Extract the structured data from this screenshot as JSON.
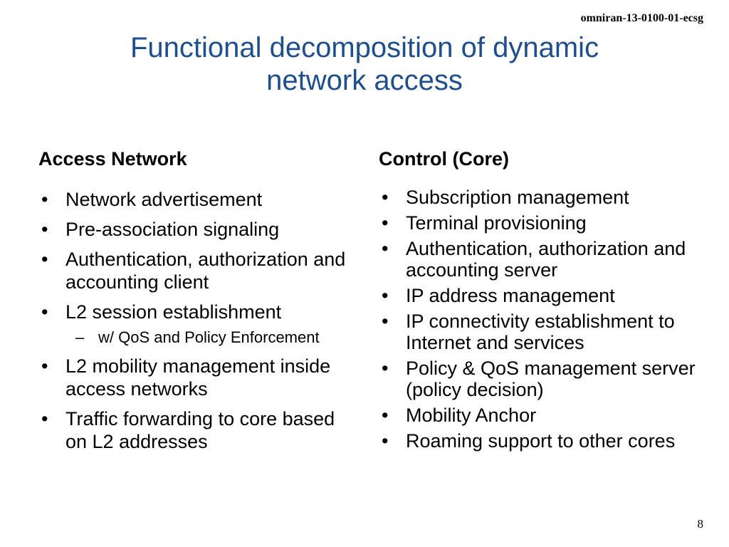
{
  "header": {
    "doc_id": "omniran-13-0100-01-ecsg"
  },
  "slide": {
    "title_line1": "Functional decomposition of dynamic",
    "title_line2": "network access",
    "page_number": "8"
  },
  "columns": {
    "left": {
      "heading": "Access Network",
      "items": [
        {
          "text": "Network advertisement"
        },
        {
          "text": "Pre-association signaling"
        },
        {
          "text": "Authentication, authorization and accounting client"
        },
        {
          "text": "L2 session establishment",
          "sub": "w/ QoS and Policy Enforcement"
        },
        {
          "text": "L2 mobility management inside access networks"
        },
        {
          "text": "Traffic forwarding to core based on L2 addresses"
        }
      ]
    },
    "right": {
      "heading": "Control (Core)",
      "items": [
        {
          "text": "Subscription management"
        },
        {
          "text": "Terminal provisioning"
        },
        {
          "text": "Authentication, authorization and accounting server"
        },
        {
          "text": "IP address management"
        },
        {
          "text": "IP connectivity establishment to Internet and services"
        },
        {
          "text": "Policy & QoS management server (policy decision)"
        },
        {
          "text": "Mobility Anchor"
        },
        {
          "text": "Roaming support to other cores"
        }
      ]
    }
  },
  "glyphs": {
    "bullet": "•",
    "dash": "–"
  }
}
